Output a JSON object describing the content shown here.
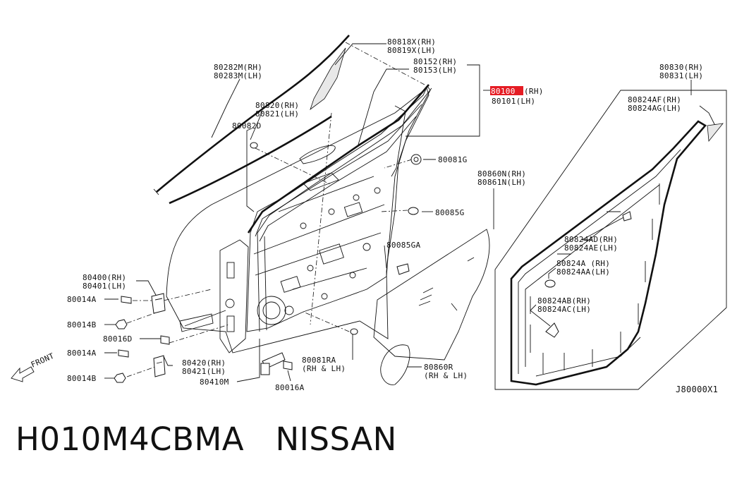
{
  "diagram_code": "J80000X1",
  "front_indicator": "FRONT",
  "caption": "H010M4CBMA   NISSAN",
  "labels": {
    "p80818": [
      "80818X(RH)",
      "80819X(LH)"
    ],
    "p80282": [
      "80282M(RH)",
      "80283M(LH)"
    ],
    "p80152": [
      "80152(RH)",
      "80153(LH)"
    ],
    "p80100_rh": "80100",
    "p80100_rh_suffix": "(RH)",
    "p80100_lh": "80101(LH)",
    "p80820": [
      "80820(RH)",
      "80821(LH)"
    ],
    "p80082D": "80082D",
    "p80081G": "80081G",
    "p80085G": "80085G",
    "p80085GA": "80085GA",
    "p80860N": [
      "80860N(RH)",
      "80861N(LH)"
    ],
    "p80830": [
      "80830(RH)",
      "80831(LH)"
    ],
    "p80824AF": [
      "80824AF(RH)",
      "80824AG(LH)"
    ],
    "p80824AD": [
      "80824AD(RH)",
      "80824AE(LH)"
    ],
    "p80824A": [
      "80824A (RH)",
      "80824AA(LH)"
    ],
    "p80824AB": [
      "80824AB(RH)",
      "80824AC(LH)"
    ],
    "p80400": [
      "80400(RH)",
      "80401(LH)"
    ],
    "p80014A_1": "80014A",
    "p80014B_1": "80014B",
    "p80016D": "80016D",
    "p80014A_2": "80014A",
    "p80014B_2": "80014B",
    "p80420": [
      "80420(RH)",
      "80421(LH)"
    ],
    "p80410M": "80410M",
    "p80016A": "80016A",
    "p80081RA": [
      "80081RA",
      "(RH & LH)"
    ],
    "p80860R": [
      "80860R",
      "(RH & LH)"
    ]
  },
  "highlight_color": "#e51c24"
}
